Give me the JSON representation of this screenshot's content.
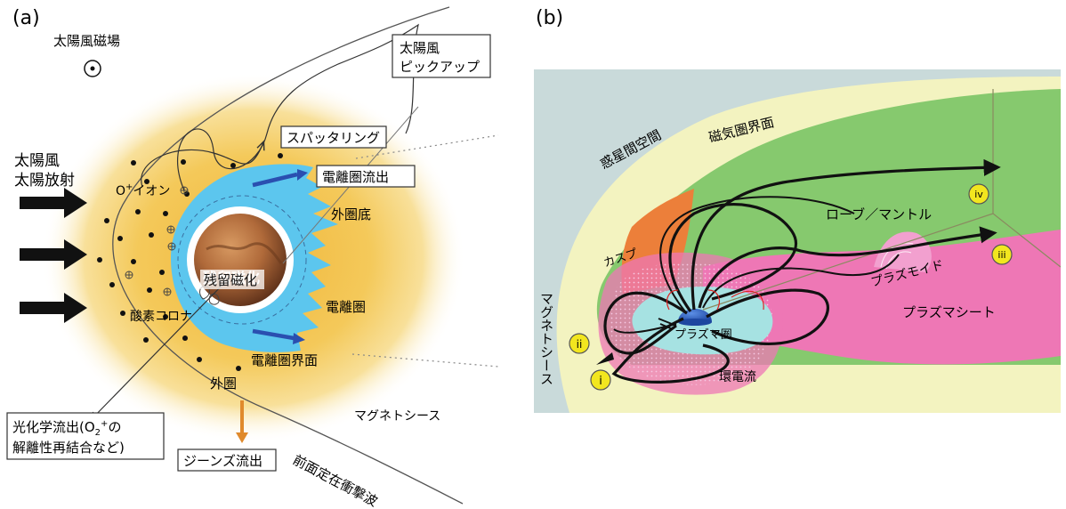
{
  "panel_a": {
    "label": "(a)",
    "imf_label": "太陽風磁場",
    "solar_wind_line1": "太陽風",
    "solar_wind_line2": "太陽放射",
    "pickup_line1": "太陽風",
    "pickup_line2": "ピックアップ",
    "sputtering": "スパッタリング",
    "ion_outflow": "電離圏流出",
    "exobase": "外圏底",
    "o_ion_prefix": "O",
    "o_ion_sup": "+",
    "o_ion_suffix": "イオン",
    "remnant_mag": "残留磁化",
    "oxygen_corona": "酸素コロナ",
    "ionosphere": "電離圏",
    "ionopause": "電離圏界面",
    "exosphere": "外圏",
    "magnetosheath": "マグネトシース",
    "photochem_line1_a": "光化学流出(O",
    "photochem_sub": "2",
    "photochem_sup": "+",
    "photochem_line1_b": "の",
    "photochem_line2": "解離性再結合など)",
    "jeans": "ジーンズ流出",
    "bow_shock": "前面定在衝撃波"
  },
  "panel_b": {
    "label": "(b)",
    "interplanetary": "惑星間空間",
    "magnetopause": "磁気圏界面",
    "lobe_mantle": "ローブ／マントル",
    "cusp": "カスプ",
    "plasmoid": "プラズモイド",
    "plasma_sheet": "プラズマシート",
    "magnetosheath": "マグネトシース",
    "plasmasphere": "プラズマ圏",
    "ring_current": "環電流",
    "markers": [
      "i",
      "ii",
      "iii",
      "iv"
    ]
  },
  "colors": {
    "corona_center": "#f3c44e",
    "ionosphere_blue": "#5cc6ee",
    "arrow_blue": "#2a4fb0",
    "jeans_orange": "#e08a2c",
    "b_background": "#c9dada",
    "b_sheath": "#f3f3c0",
    "b_lobe": "#86c96e",
    "b_cusp": "#ec7f3a",
    "b_sheet": "#ee77b5",
    "b_plasmasphere": "#a6e2e2",
    "b_planet": "#2d63c0",
    "marker_fill": "#f2e61f"
  }
}
